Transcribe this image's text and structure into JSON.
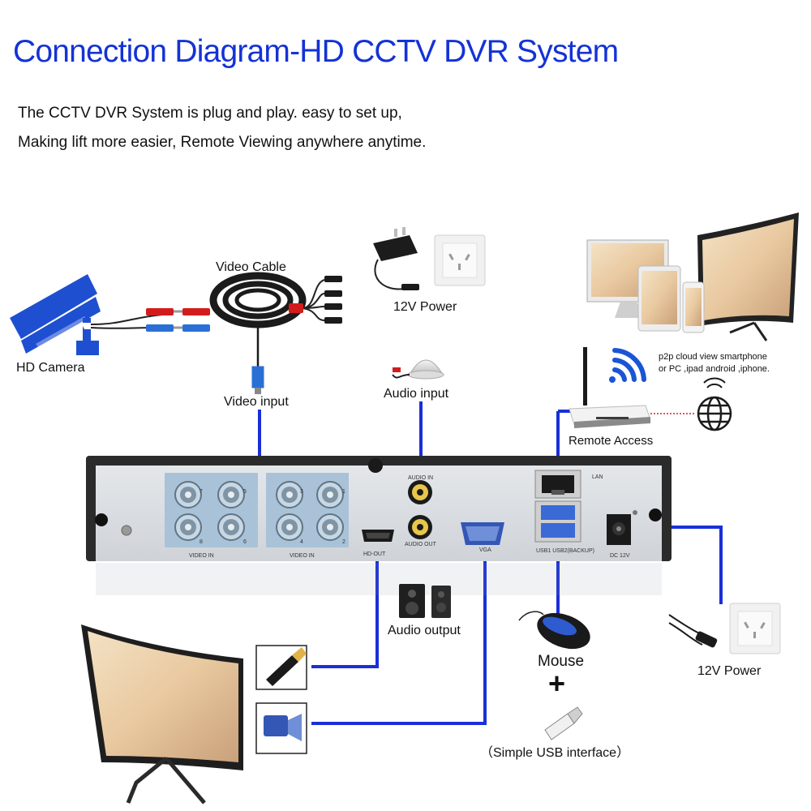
{
  "title": "Connection Diagram-HD CCTV DVR System",
  "subtitle_lines": [
    "The CCTV DVR System is plug and play. easy to set up,",
    "Making lift more easier, Remote Viewing anywhere anytime."
  ],
  "labels": {
    "video_cable": "Video Cable",
    "power_top": "12V Power",
    "hd_camera": "HD Camera",
    "video_input": "Video input",
    "audio_input": "Audio input",
    "p2p_line1": "p2p cloud view smartphone",
    "p2p_line2": "or PC ,ipad android ,iphone.",
    "remote_access": "Remote Access",
    "audio_output": "Audio output",
    "mouse": "Mouse",
    "plus": "+",
    "power_bottom": "12V Power",
    "usb": "（Simple USB interface）"
  },
  "panel_labels": {
    "video_in_left": "VIDEO IN",
    "video_in_right": "VIDEO IN",
    "hdmi_out": "HD-OUT",
    "vga": "VGA",
    "audio_in": "AUDIO IN",
    "audio_out": "AUDIO OUT",
    "lan": "LAN",
    "usb_ports": "USB1  USB2(BACKUP)",
    "dc": "DC 12V",
    "ch_7": "7",
    "ch_5": "5",
    "ch_8": "8",
    "ch_6": "6",
    "ch_3": "3",
    "ch_1": "1",
    "ch_4": "4",
    "ch_2": "2"
  },
  "colors": {
    "title": "#1432d6",
    "line": "#1a2fd8",
    "camera": "#1f4fd1",
    "chassis": "#2b2b2b",
    "panel": "#d9dde2",
    "bnc_block": "#a9c2d8",
    "link_red": "#d62020"
  },
  "icons": [
    "camera-icon",
    "cable-reel-icon",
    "adapter-icon",
    "wall-socket-icon",
    "monitor-icon",
    "tablet-icon",
    "phone-icon",
    "router-icon",
    "wifi-icon",
    "globe-icon",
    "microphone-icon",
    "speakers-icon",
    "mouse-icon",
    "usb-stick-icon",
    "hdmi-plug-icon",
    "vga-plug-icon",
    "power-cable-icon"
  ]
}
